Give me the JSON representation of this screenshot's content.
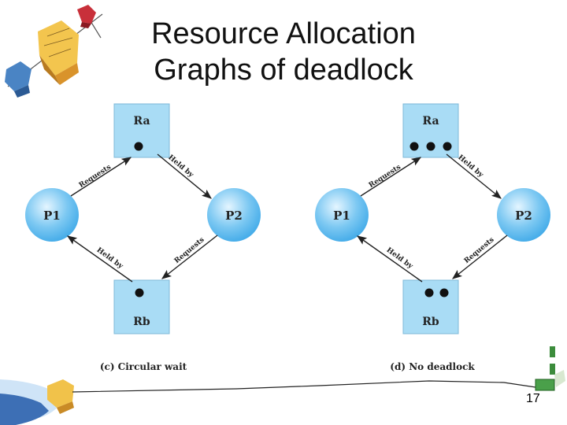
{
  "slide": {
    "title_line1": "Resource Allocation",
    "title_line2": "Graphs of deadlock",
    "page_number": "17"
  },
  "diagrams": [
    {
      "id": "c",
      "caption": "(c) Circular wait",
      "resource_top": {
        "label": "Ra",
        "instances": 1
      },
      "resource_bottom": {
        "label": "Rb",
        "instances": 1
      },
      "process_left": {
        "label": "P1"
      },
      "process_right": {
        "label": "P2"
      },
      "edges": [
        {
          "from": "P1",
          "to": "Ra",
          "label": "Requests"
        },
        {
          "from": "Ra",
          "to": "P2",
          "label": "Held by"
        },
        {
          "from": "P2",
          "to": "Rb",
          "label": "Requests"
        },
        {
          "from": "Rb",
          "to": "P1",
          "label": "Held by"
        }
      ]
    },
    {
      "id": "d",
      "caption": "(d) No deadlock",
      "resource_top": {
        "label": "Ra",
        "instances": 3
      },
      "resource_bottom": {
        "label": "Rb",
        "instances": 2
      },
      "process_left": {
        "label": "P1"
      },
      "process_right": {
        "label": "P2"
      },
      "edges": [
        {
          "from": "P1",
          "to": "Ra",
          "label": "Requests"
        },
        {
          "from": "Ra",
          "to": "P2",
          "label": "Held by"
        },
        {
          "from": "P2",
          "to": "Rb",
          "label": "Requests"
        },
        {
          "from": "Rb",
          "to": "P1",
          "label": "Held by"
        }
      ]
    }
  ],
  "colors": {
    "resource_fill": "#a9dcf5",
    "process_fill": "#5bb8ef",
    "arrow": "#222222"
  },
  "decorations": [
    "cube-clipart-top-left",
    "hand-holding-cube-clipart-bottom-left",
    "pencil-line-clipart-bottom-right"
  ]
}
